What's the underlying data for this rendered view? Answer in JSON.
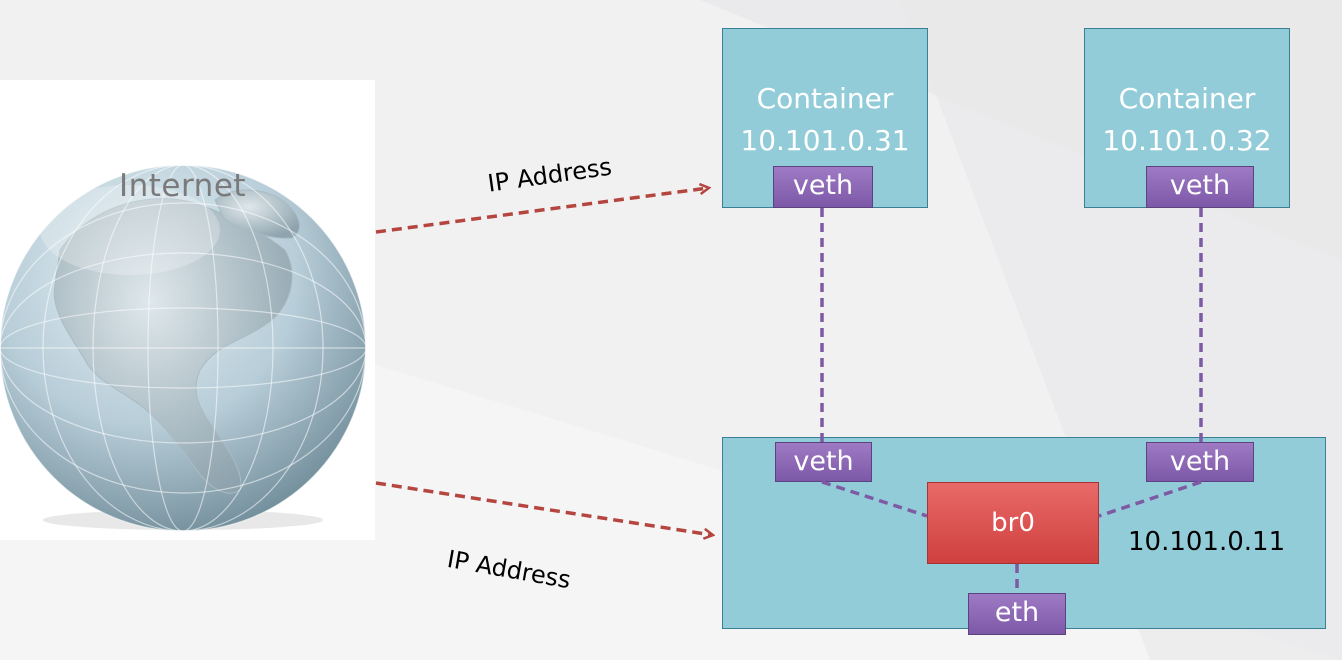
{
  "internet": {
    "label": "Internet"
  },
  "links": {
    "to_container": "IP Address",
    "to_host": "IP Address"
  },
  "containers": [
    {
      "title": "Container",
      "ip": "10.101.0.31",
      "iface": "veth"
    },
    {
      "title": "Container",
      "ip": "10.101.0.32",
      "iface": "veth"
    }
  ],
  "host": {
    "ip": "10.101.0.11",
    "bridge": "br0",
    "eth": "eth",
    "veth_left": "veth",
    "veth_right": "veth"
  },
  "colors": {
    "box_fill": "#93ccd9",
    "veth_fill": "#8e69b8",
    "bridge_fill": "#d9504e",
    "arrow": "#b5453f",
    "link": "#7d5aa3"
  }
}
